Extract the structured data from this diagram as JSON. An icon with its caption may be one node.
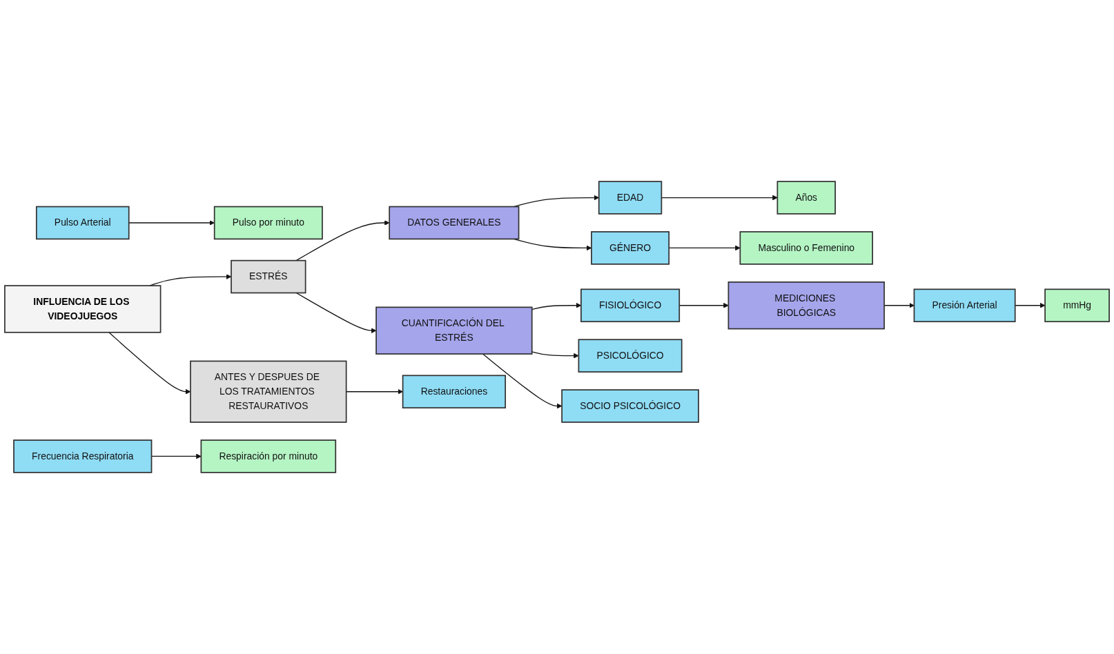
{
  "diagram": {
    "nodes": [
      {
        "text": [
          "Años"
        ]
      },
      {
        "text": [
          "Masculino o Femenino"
        ]
      },
      {
        "text": [
          "EDAD"
        ]
      },
      {
        "text": [
          "GÉNERO"
        ]
      },
      {
        "text": [
          "DATOS GENERALES"
        ]
      },
      {
        "text": [
          "ESTRÉS"
        ]
      },
      {
        "text": [
          "CUANTIFICACIÓN DEL ESTRÉS"
        ]
      },
      {
        "text": [
          "FISIOLÓGICO"
        ]
      },
      {
        "text": [
          "PSICOLÓGICO"
        ]
      },
      {
        "text": [
          "SOCIO PSICOLÓGICO"
        ]
      },
      {
        "text": [
          "MEDICIONES BIOLÓGICAS"
        ]
      },
      {
        "text": [
          "Presión Arterial"
        ]
      },
      {
        "text": [
          "mmHg"
        ]
      },
      {
        "text": [
          "Pulso Arterial"
        ]
      },
      {
        "text": [
          "Pulso por minuto"
        ]
      },
      {
        "text": [
          "Frecuencia Respiratoria"
        ]
      },
      {
        "text": [
          "Respiración por minuto"
        ]
      },
      {
        "text": [
          "INFLUENCIA DE LOS VIDEOJUEGOS"
        ]
      },
      {
        "text": [
          "ANTES Y DESPUES DE LOS TRATAMIENTOS RESTAURATIVOS"
        ]
      },
      {
        "text": [
          "Restauraciones"
        ]
      }
    ],
    "edges": [
      {
        "from": 2,
        "to": 0,
        "arrow": "to"
      },
      {
        "from": 3,
        "to": 1,
        "arrow": "to"
      },
      {
        "from": 4,
        "to": 2,
        "arrow": "to"
      },
      {
        "from": 4,
        "to": 3,
        "arrow": "to"
      },
      {
        "from": 5,
        "to": 4,
        "arrow": "to"
      },
      {
        "from": 5,
        "to": 6,
        "arrow": "to"
      },
      {
        "from": 6,
        "to": 7,
        "arrow": "to"
      },
      {
        "from": 6,
        "to": 8,
        "arrow": "to"
      },
      {
        "from": 6,
        "to": 9,
        "arrow": "to"
      },
      {
        "from": 7,
        "to": 10,
        "arrow": "to"
      },
      {
        "from": 10,
        "to": 11,
        "arrow": "to"
      },
      {
        "from": 11,
        "to": 12,
        "arrow": "to"
      },
      {
        "from": 13,
        "to": 14,
        "arrow": "to"
      },
      {
        "from": 15,
        "to": 16,
        "arrow": "to"
      },
      {
        "from": 17,
        "to": 5,
        "arrow": "to"
      },
      {
        "from": 17,
        "to": 18,
        "arrow": "to"
      },
      {
        "from": 18,
        "to": 19,
        "arrow": "to"
      }
    ]
  }
}
